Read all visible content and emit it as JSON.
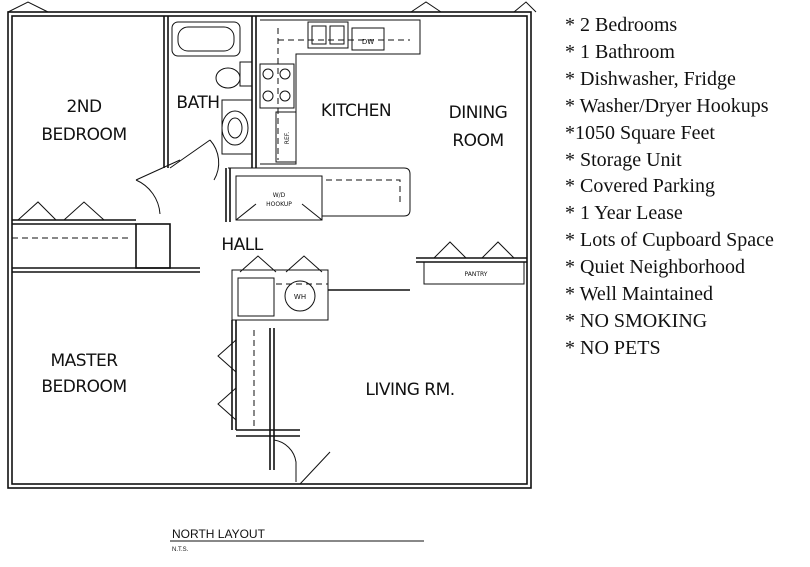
{
  "rooms": {
    "second_bedroom": [
      "2ND",
      "BEDROOM"
    ],
    "bath": "BATH",
    "kitchen": "KITCHEN",
    "dining_room": [
      "DINING",
      "ROOM"
    ],
    "hall": "HALL",
    "master_bedroom": [
      "MASTER",
      "BEDROOM"
    ],
    "living_room": "LIVING RM."
  },
  "fixtures": {
    "dishwasher": "DW",
    "refrigerator": "REF.",
    "washer_dryer": [
      "W/D",
      "HOOKUP"
    ],
    "water_heater": "WH",
    "pantry": "PANTRY"
  },
  "layout_title": "NORTH LAYOUT",
  "layout_note": "N.T.S.",
  "features": [
    "* 2 Bedrooms",
    "* 1 Bathroom",
    "* Dishwasher, Fridge",
    "* Washer/Dryer Hookups",
    "*1050 Square Feet",
    "* Storage Unit",
    "* Covered Parking",
    "* 1 Year Lease",
    "* Lots of Cupboard Space",
    "* Quiet Neighborhood",
    "* Well Maintained",
    "* NO SMOKING",
    "* NO PETS"
  ]
}
